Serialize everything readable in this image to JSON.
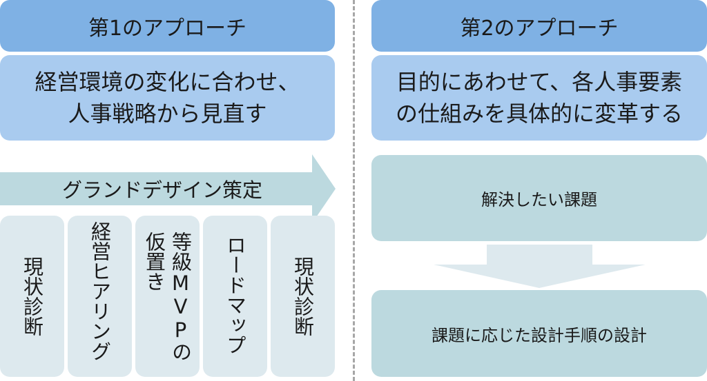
{
  "approach1": {
    "title": "第1のアプローチ",
    "description": "経営環境の変化に合わせ、\n人事戦略から見直す",
    "arrow_label": "グランドデザイン策定",
    "steps": [
      "現状診断",
      "経営ヒアリング",
      "等級MVPの\n仮置き",
      "ロードマップ",
      "現状診断"
    ]
  },
  "approach2": {
    "title": "第2のアプローチ",
    "description": "目的にあわせて、各人事要素\nの仕組みを具体的に変革する",
    "problem": "解決したい課題",
    "design": "課題に応じた設計手順の設計"
  },
  "colors": {
    "header": "#7fb1e4",
    "subtitle": "#a9cbef",
    "arrow": "#bcd9df",
    "card": "#dde9ee"
  }
}
